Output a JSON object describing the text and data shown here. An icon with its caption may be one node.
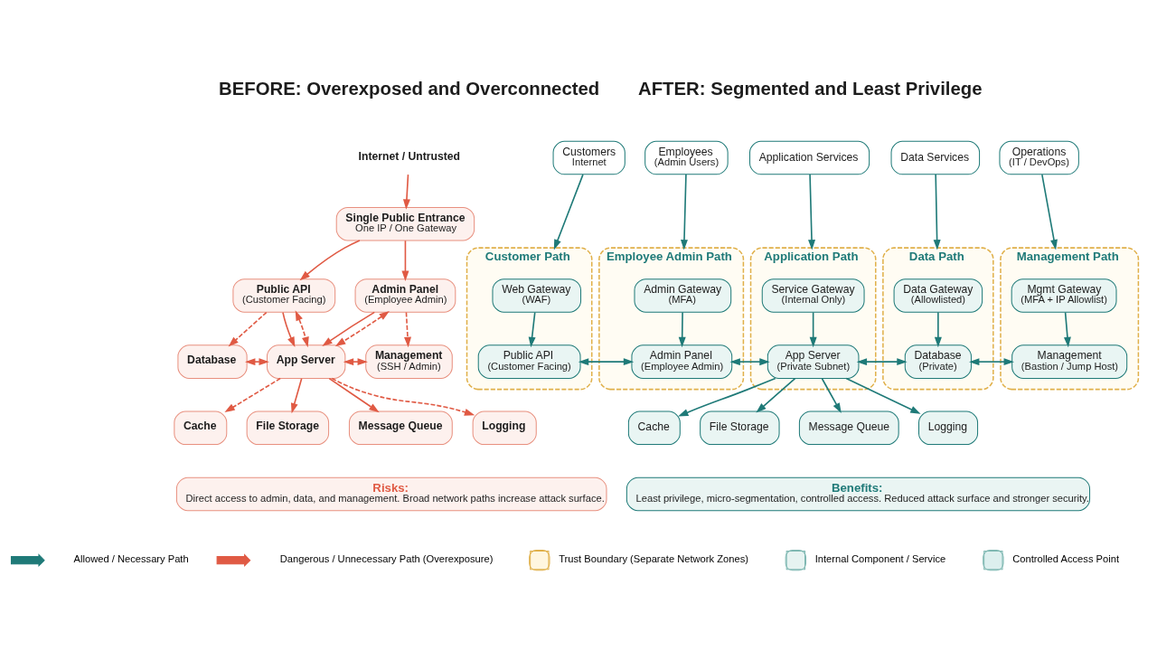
{
  "diagram": {
    "nodes": [
      {
        "text": [
          "Internet / Untrusted"
        ]
      },
      {
        "text": [
          "Single Public Entrance",
          "One IP / One Gateway"
        ]
      },
      {
        "text": [
          "Public API",
          "(Customer Facing)"
        ]
      },
      {
        "text": [
          "Admin Panel",
          "(Employee Admin)"
        ]
      },
      {
        "text": [
          "Database"
        ]
      },
      {
        "text": [
          "App Server"
        ]
      },
      {
        "text": [
          "Management",
          "(SSH / Admin)"
        ]
      },
      {
        "text": [
          "Cache"
        ]
      },
      {
        "text": [
          "File Storage"
        ]
      },
      {
        "text": [
          "Message Queue"
        ]
      },
      {
        "text": [
          "Logging"
        ]
      },
      {
        "text": [
          "Risks:",
          "Direct access to admin, data, and management. Broad network paths increase attack surface."
        ]
      },
      {
        "text": [
          "Customers",
          "Internet"
        ]
      },
      {
        "text": [
          "Employees",
          "(Admin Users)"
        ]
      },
      {
        "text": [
          "Application Services"
        ]
      },
      {
        "text": [
          "Data Services"
        ]
      },
      {
        "text": [
          "Operations",
          "(IT / DevOps)"
        ]
      },
      {
        "text": [
          "Customer Path"
        ]
      },
      {
        "text": [
          "Web Gateway",
          "(WAF)"
        ],
        "in": 17
      },
      {
        "text": [
          "Public API",
          "(Customer Facing)"
        ],
        "in": 17
      },
      {
        "text": [
          "Employee Admin Path"
        ]
      },
      {
        "text": [
          "Admin Gateway",
          "(MFA)"
        ],
        "in": 20
      },
      {
        "text": [
          "Admin Panel",
          "(Employee Admin)"
        ],
        "in": 20
      },
      {
        "text": [
          "Application Path"
        ]
      },
      {
        "text": [
          "Service Gateway",
          "(Internal Only)"
        ],
        "in": 23
      },
      {
        "text": [
          "App Server",
          "(Private Subnet)"
        ],
        "in": 23
      },
      {
        "text": [
          "Data Path"
        ]
      },
      {
        "text": [
          "Data Gateway",
          "(Allowlisted)"
        ],
        "in": 26
      },
      {
        "text": [
          "Database",
          "(Private)"
        ],
        "in": 26
      },
      {
        "text": [
          "Management Path"
        ]
      },
      {
        "text": [
          "Mgmt Gateway",
          "(MFA + IP Allowlist)"
        ],
        "in": 29
      },
      {
        "text": [
          "Management",
          "(Bastion / Jump Host)"
        ],
        "in": 29
      },
      {
        "text": [
          "Cache"
        ]
      },
      {
        "text": [
          "File Storage"
        ]
      },
      {
        "text": [
          "Message Queue"
        ]
      },
      {
        "text": [
          "Logging"
        ]
      },
      {
        "text": [
          "Benefits:",
          "Least privilege, micro-segmentation, controlled access. Reduced attack surface and stronger security."
        ]
      }
    ],
    "edges": [
      {
        "from": 0,
        "to": 1,
        "arrow": "to",
        "color": "#e05a44"
      },
      {
        "from": 1,
        "to": 2,
        "arrow": "to",
        "color": "#e05a44"
      },
      {
        "from": 1,
        "to": 3,
        "arrow": "to",
        "color": "#e05a44"
      },
      {
        "from": 2,
        "to": 5,
        "arrow": "to",
        "color": "#e05a44"
      },
      {
        "from": 3,
        "to": 5,
        "arrow": "to",
        "color": "#e05a44"
      },
      {
        "from": 2,
        "to": 4,
        "arrow": "to",
        "style": "dashed",
        "color": "#e05a44"
      },
      {
        "from": 3,
        "to": 6,
        "arrow": "to",
        "style": "dashed",
        "color": "#e05a44"
      },
      {
        "from": 2,
        "to": 5,
        "arrow": "both",
        "style": "dashed",
        "color": "#e05a44"
      },
      {
        "from": 3,
        "to": 5,
        "arrow": "both",
        "style": "dashed",
        "color": "#e05a44"
      },
      {
        "from": 4,
        "to": 5,
        "arrow": "both",
        "color": "#e05a44"
      },
      {
        "from": 5,
        "to": 6,
        "arrow": "both",
        "color": "#e05a44"
      },
      {
        "from": 5,
        "to": 7,
        "arrow": "to",
        "style": "dashed",
        "color": "#e05a44"
      },
      {
        "from": 5,
        "to": 8,
        "arrow": "to",
        "color": "#e05a44"
      },
      {
        "from": 5,
        "to": 9,
        "arrow": "to",
        "color": "#e05a44"
      },
      {
        "from": 5,
        "to": 10,
        "arrow": "to",
        "style": "dashed",
        "color": "#e05a44"
      },
      {
        "from": 12,
        "to": 17,
        "arrow": "to",
        "color": "#1f7a78"
      },
      {
        "from": 13,
        "to": 20,
        "arrow": "to",
        "color": "#1f7a78"
      },
      {
        "from": 14,
        "to": 23,
        "arrow": "to",
        "color": "#1f7a78"
      },
      {
        "from": 15,
        "to": 26,
        "arrow": "to",
        "color": "#1f7a78"
      },
      {
        "from": 16,
        "to": 29,
        "arrow": "to",
        "color": "#1f7a78"
      },
      {
        "from": 18,
        "to": 19,
        "arrow": "to",
        "color": "#1f7a78"
      },
      {
        "from": 21,
        "to": 22,
        "arrow": "to",
        "color": "#1f7a78"
      },
      {
        "from": 24,
        "to": 25,
        "arrow": "to",
        "color": "#1f7a78"
      },
      {
        "from": 27,
        "to": 28,
        "arrow": "to",
        "color": "#1f7a78"
      },
      {
        "from": 30,
        "to": 31,
        "arrow": "to",
        "color": "#1f7a78"
      },
      {
        "from": 19,
        "to": 22,
        "arrow": "both",
        "color": "#1f7a78"
      },
      {
        "from": 22,
        "to": 25,
        "arrow": "both",
        "color": "#1f7a78"
      },
      {
        "from": 25,
        "to": 28,
        "arrow": "both",
        "color": "#1f7a78"
      },
      {
        "from": 28,
        "to": 31,
        "arrow": "both",
        "color": "#1f7a78"
      },
      {
        "from": 25,
        "to": 32,
        "arrow": "to",
        "color": "#1f7a78"
      },
      {
        "from": 25,
        "to": 33,
        "arrow": "to",
        "color": "#1f7a78"
      },
      {
        "from": 25,
        "to": 34,
        "arrow": "to",
        "color": "#1f7a78"
      },
      {
        "from": 25,
        "to": 35,
        "arrow": "to",
        "color": "#1f7a78"
      }
    ],
    "labels": [
      "BEFORE: Overexposed and Overconnected",
      "AFTER: Segmented and Least Privilege"
    ],
    "legend": [
      {
        "text": "Allowed / Necessary Path"
      },
      {
        "text": "Dangerous / Unnecessary Path (Overexposure)"
      },
      {
        "text": "Trust Boundary (Separate Network Zones)",
        "color": "#fff6df"
      },
      {
        "text": "Internal Component / Service",
        "color": "#e6f3f1"
      },
      {
        "text": "Controlled Access Point",
        "color": "#dcefee"
      }
    ]
  }
}
